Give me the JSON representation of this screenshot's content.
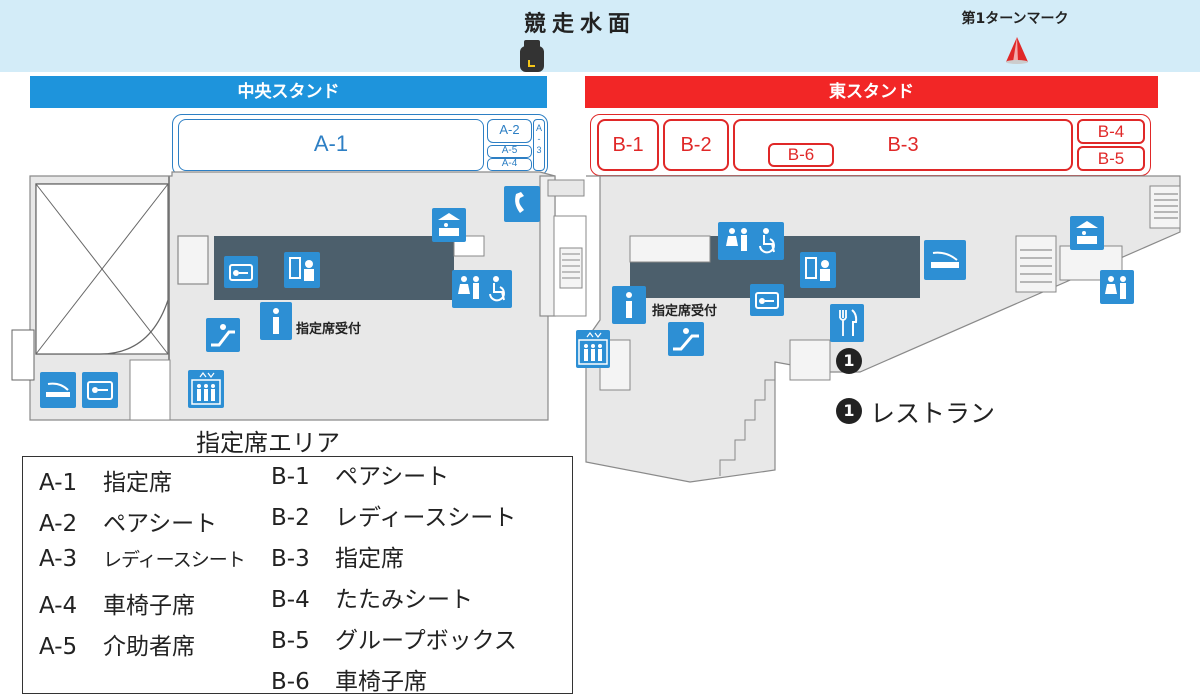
{
  "header": {
    "water_label": "競走水面",
    "turn_mark_label": "第1ターンマーク"
  },
  "stands": {
    "center": "中央スタンド",
    "east": "東スタンド"
  },
  "seat_blocks": {
    "center": {
      "a1": "A-1",
      "a2": "A-2",
      "a3": "A\n-\n3",
      "a4": "A-4",
      "a5": "A-5"
    },
    "east": {
      "b1": "B-1",
      "b2": "B-2",
      "b3": "B-3",
      "b4": "B-4",
      "b5": "B-5",
      "b6": "B-6"
    }
  },
  "labels": {
    "reservation_desk_center": "指定席受付",
    "reservation_desk_east": "指定席受付",
    "reserved_area": "指定席エリア",
    "restaurant_marker": "1",
    "restaurant_legend": "レストラン"
  },
  "legend": {
    "left": [
      {
        "code": "A-1",
        "name": "指定席"
      },
      {
        "code": "A-2",
        "name": "ペアシート"
      },
      {
        "code": "A-3",
        "name": "レディースシート"
      },
      {
        "code": "A-4",
        "name": "車椅子席"
      },
      {
        "code": "A-5",
        "name": "介助者席"
      }
    ],
    "right": [
      {
        "code": "B-1",
        "name": "ペアシート"
      },
      {
        "code": "B-2",
        "name": "レディースシート"
      },
      {
        "code": "B-3",
        "name": "指定席"
      },
      {
        "code": "B-4",
        "name": "たたみシート"
      },
      {
        "code": "B-5",
        "name": "グループボックス"
      },
      {
        "code": "B-6",
        "name": "車椅子席"
      }
    ]
  },
  "colors": {
    "center_stand": "#1e94dc",
    "east_stand": "#f22626",
    "water": "#d3ecf8",
    "icon_blue": "#2d8fd4",
    "floor_gray": "#e8e8e8"
  },
  "icons": [
    "smoking-area-icon",
    "locker-icon",
    "ticket-machine-icon",
    "info-icon",
    "escalator-icon",
    "elevator-icon",
    "restroom-icon",
    "wheelchair-icon",
    "telephone-icon",
    "food-stall-icon",
    "restaurant-icon",
    "camera-icon",
    "turn-mark-icon"
  ]
}
